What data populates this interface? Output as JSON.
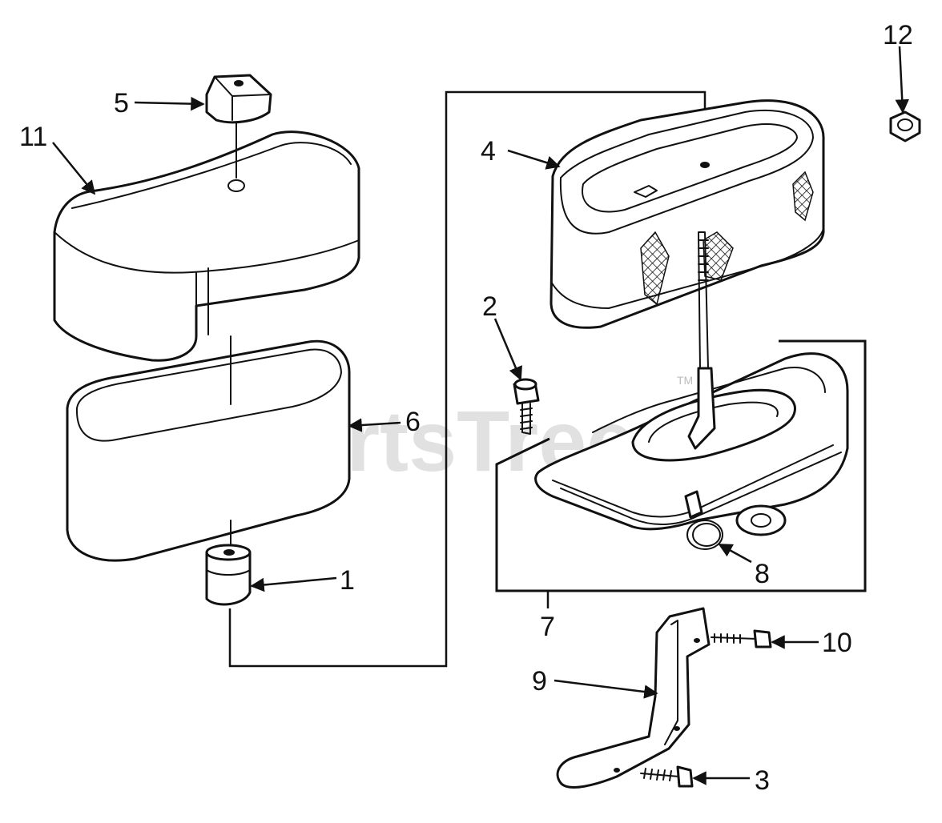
{
  "diagram": {
    "watermark": "PartsTree",
    "watermark_mark": "TM",
    "callouts": [
      {
        "id": "c1",
        "label": "1"
      },
      {
        "id": "c2",
        "label": "2"
      },
      {
        "id": "c3",
        "label": "3"
      },
      {
        "id": "c4",
        "label": "4"
      },
      {
        "id": "c5",
        "label": "5"
      },
      {
        "id": "c6",
        "label": "6"
      },
      {
        "id": "c7",
        "label": "7"
      },
      {
        "id": "c8",
        "label": "8"
      },
      {
        "id": "c9",
        "label": "9"
      },
      {
        "id": "c10",
        "label": "10"
      },
      {
        "id": "c11",
        "label": "11"
      },
      {
        "id": "c12",
        "label": "12"
      }
    ]
  }
}
